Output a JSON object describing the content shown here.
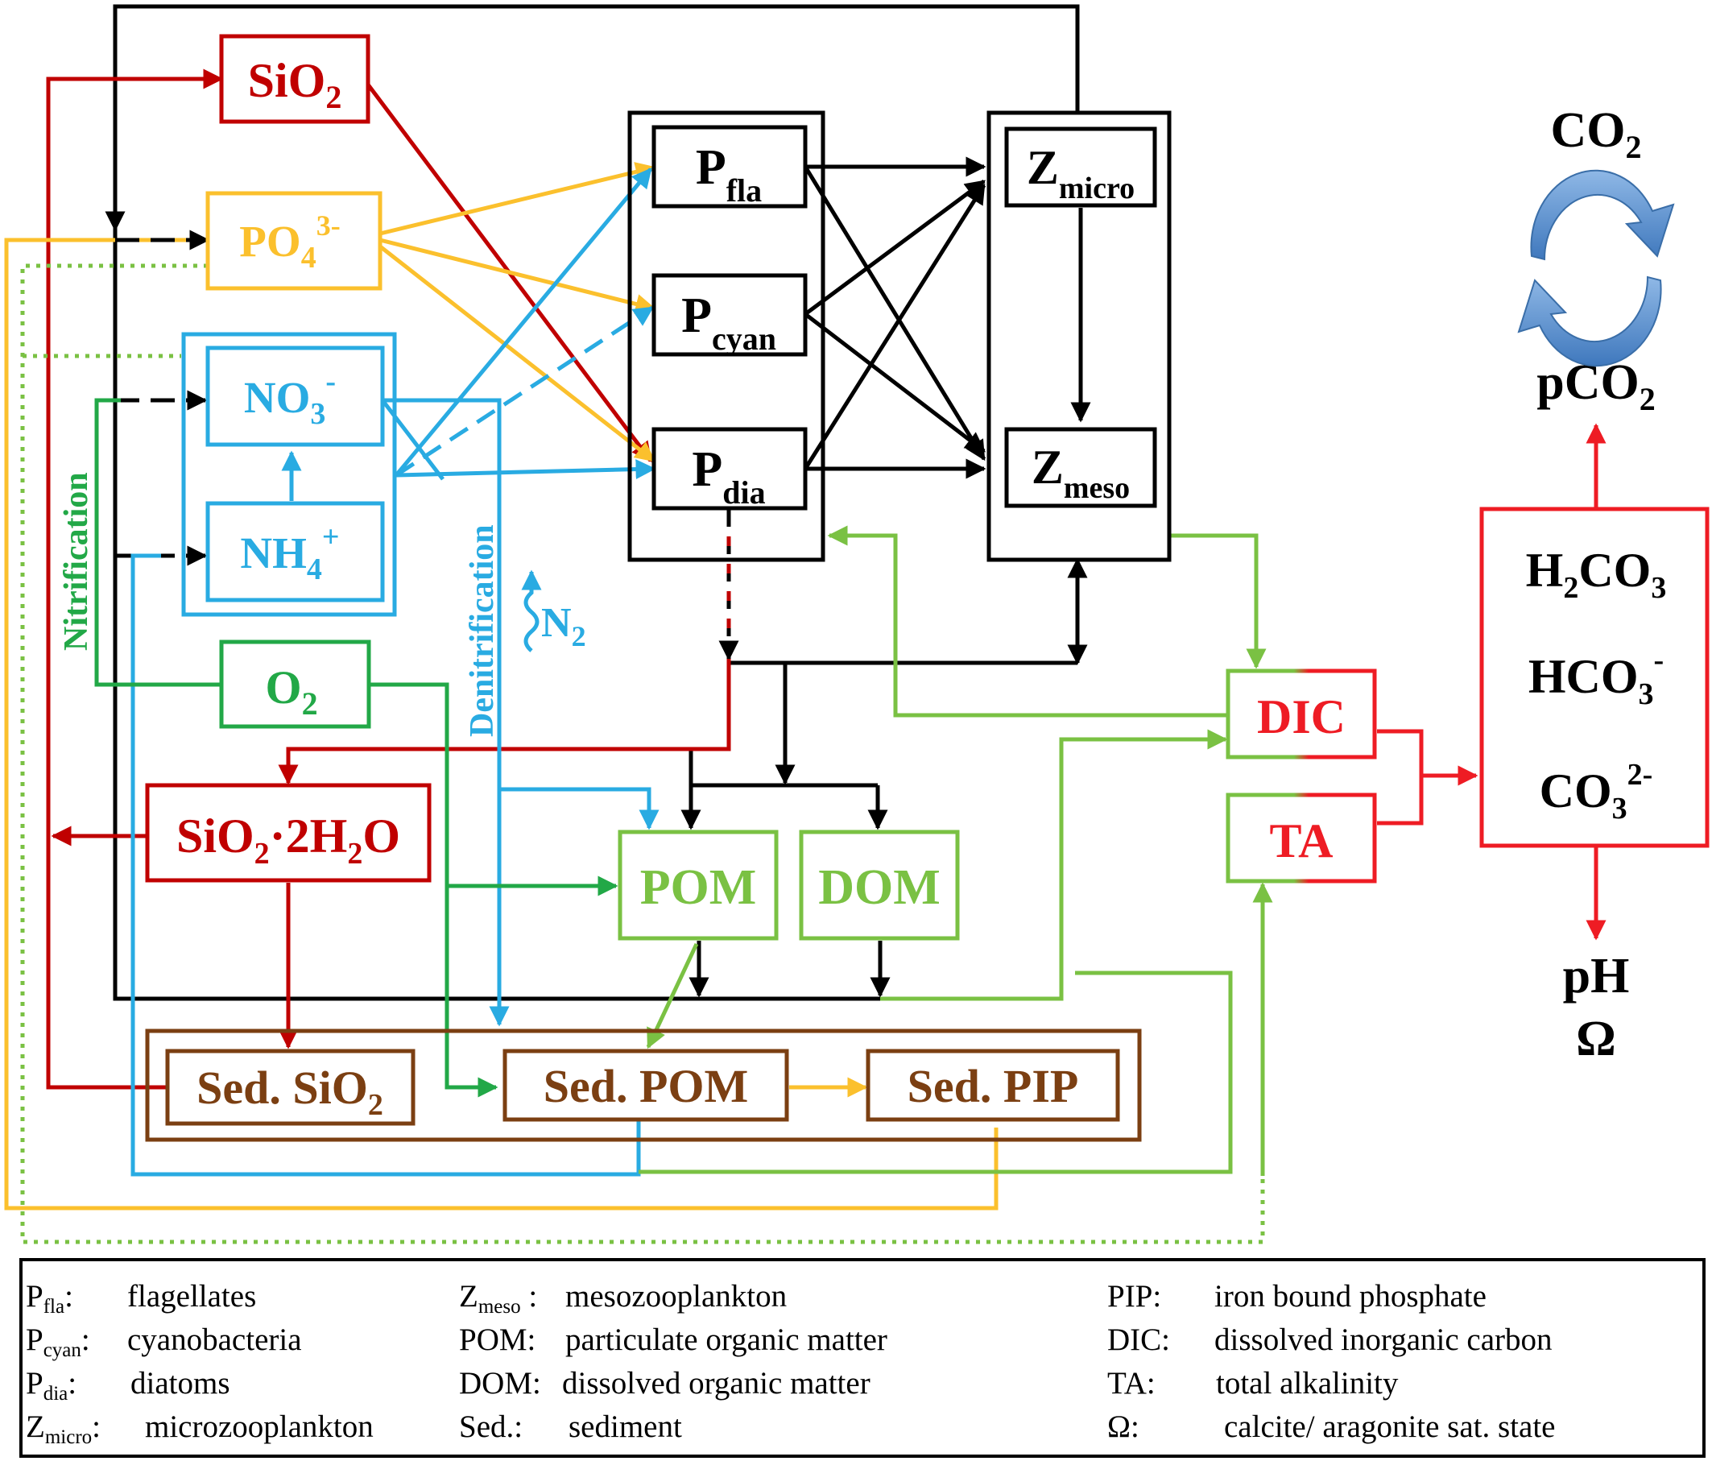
{
  "colors": {
    "black": "#000000",
    "red": "#c00000",
    "darkred": "#b71c1c",
    "orange": "#fbc02d",
    "blue": "#29abe2",
    "green": "#22a847",
    "lightgreen": "#7ac143",
    "brown": "#7b3f12",
    "brightred": "#ee1c24",
    "steelblue": "#4a86c5"
  },
  "nodes": {
    "sio2": {
      "main": "SiO",
      "sub": "2"
    },
    "po4": {
      "main": "PO",
      "sub": "4",
      "sup": "3-"
    },
    "no3": {
      "main": "NO",
      "sub": "3",
      "sup": "-"
    },
    "nh4": {
      "main": "NH",
      "sub": "4",
      "sup": "+"
    },
    "o2": {
      "main": "O",
      "sub": "2"
    },
    "p_fla": {
      "main": "P",
      "sub": "fla"
    },
    "p_cyan": {
      "main": "P",
      "sub": "cyan"
    },
    "p_dia": {
      "main": "P",
      "sub": "dia"
    },
    "z_micro": {
      "main": "Z",
      "sub": "micro"
    },
    "z_meso": {
      "main": "Z",
      "sub": "meso"
    },
    "sio2_2h2o": {
      "a": "SiO",
      "b": "2",
      "c": "·2H",
      "d": "2",
      "e": "O"
    },
    "pom": "POM",
    "dom": "DOM",
    "sed_sio2": {
      "main": "Sed. SiO",
      "sub": "2"
    },
    "sed_pom": "Sed. POM",
    "sed_pip": "Sed. PIP",
    "dic": "DIC",
    "ta": "TA",
    "n2": {
      "main": "N",
      "sub": "2"
    },
    "co2": {
      "main": "CO",
      "sub": "2"
    },
    "pco2": {
      "main": "pCO",
      "sub": "2"
    },
    "h2co3": {
      "a": "H",
      "b": "2",
      "c": "CO",
      "d": "3"
    },
    "hco3": {
      "main": "HCO",
      "sub": "3",
      "sup": "-"
    },
    "co3": {
      "main": "CO",
      "sub": "3",
      "sup": "2-"
    },
    "ph": "pH",
    "omega": "Ω"
  },
  "process_labels": {
    "nitrification": "Nitrification",
    "denitrification": "Denitrification"
  },
  "legend": {
    "col1": [
      {
        "main": "P",
        "sub": "fla",
        "sep": ":",
        "desc": "flagellates"
      },
      {
        "main": "P",
        "sub": "cyan",
        "sep": ":",
        "desc": "cyanobacteria"
      },
      {
        "main": "P",
        "sub": "dia",
        "sep": ":",
        "desc": "diatoms"
      },
      {
        "main": "Z",
        "sub": "micro",
        "sep": ":",
        "desc": "microzooplankton"
      }
    ],
    "col2": [
      {
        "main": "Z",
        "sub": "meso",
        "sep": " :",
        "desc": "mesozooplankton"
      },
      {
        "main": "POM:",
        "desc": "particulate organic matter"
      },
      {
        "main": "DOM:",
        "desc": "dissolved organic matter"
      },
      {
        "main": "Sed.:",
        "desc": "sediment"
      }
    ],
    "col3": [
      {
        "main": "PIP:",
        "desc": "iron bound phosphate"
      },
      {
        "main": "DIC:",
        "desc": "dissolved inorganic carbon"
      },
      {
        "main": "TA:",
        "desc": "total alkalinity"
      },
      {
        "main": "Ω:",
        "desc": "calcite/ aragonite sat. state"
      }
    ]
  }
}
